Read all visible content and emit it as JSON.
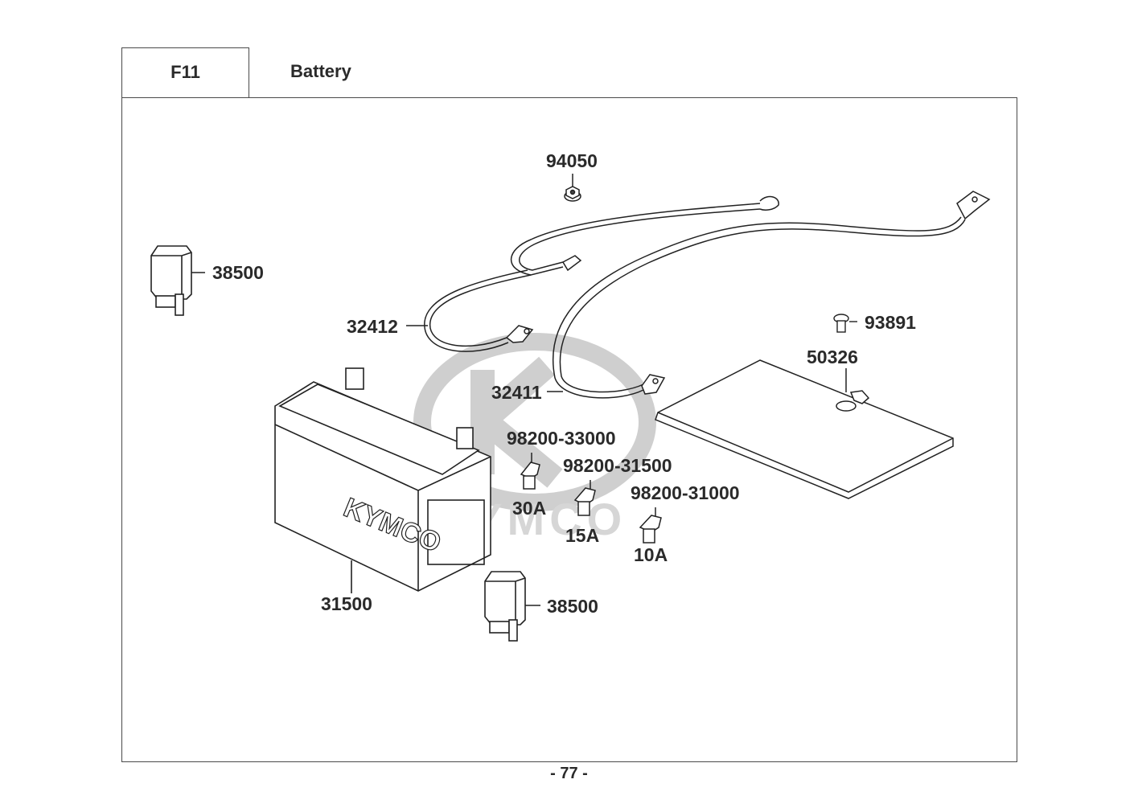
{
  "header": {
    "section_code": "F11",
    "title": "Battery"
  },
  "footer": {
    "page_number": "- 77 -"
  },
  "watermark": {
    "brand": "KYMCO"
  },
  "parts": [
    {
      "id": "relay-top",
      "part_no": "38500"
    },
    {
      "id": "nut",
      "part_no": "94050"
    },
    {
      "id": "cable-short",
      "part_no": "32412"
    },
    {
      "id": "cable-long",
      "part_no": "32411"
    },
    {
      "id": "bolt",
      "part_no": "93891"
    },
    {
      "id": "cover",
      "part_no": "50326"
    },
    {
      "id": "fuse-30",
      "part_no": "98200-33000",
      "rating": "30A"
    },
    {
      "id": "fuse-15",
      "part_no": "98200-31500",
      "rating": "15A"
    },
    {
      "id": "fuse-10",
      "part_no": "98200-31000",
      "rating": "10A"
    },
    {
      "id": "battery",
      "part_no": "31500"
    },
    {
      "id": "relay-bottom",
      "part_no": "38500"
    }
  ]
}
